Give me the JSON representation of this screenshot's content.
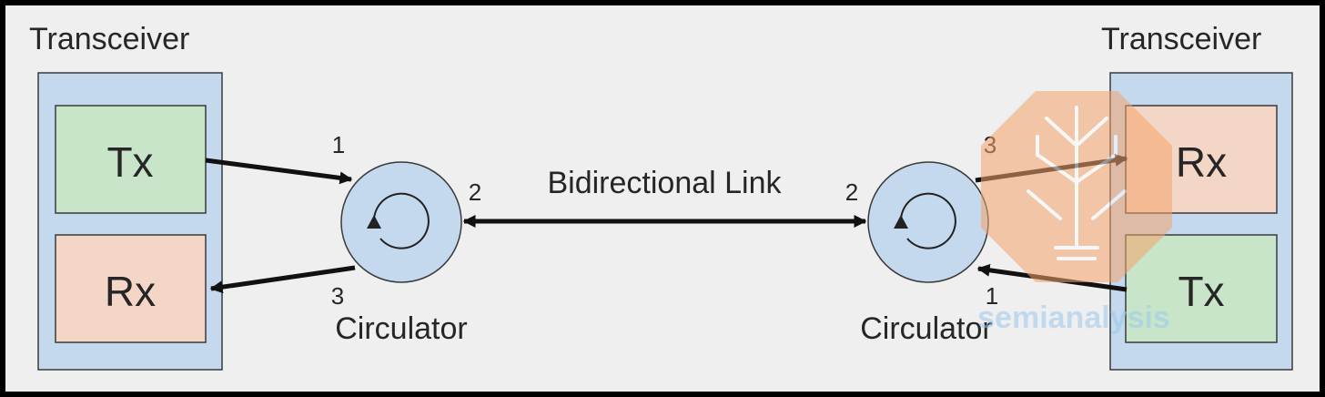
{
  "left_transceiver": {
    "title": "Transceiver",
    "top_block": "Tx",
    "bottom_block": "Rx"
  },
  "right_transceiver": {
    "title": "Transceiver",
    "top_block": "Rx",
    "bottom_block": "Tx"
  },
  "left_circulator": {
    "label": "Circulator",
    "port1": "1",
    "port2": "2",
    "port3": "3"
  },
  "right_circulator": {
    "label": "Circulator",
    "port1": "1",
    "port2": "2",
    "port3": "3"
  },
  "link_label": "Bidirectional Link",
  "watermark": {
    "text": "semianalysis"
  },
  "colors": {
    "transceiver_fill": "#c5d9ee",
    "tx_fill": "#c9e5c9",
    "rx_fill": "#f4d6c6",
    "circulator_fill": "#c5d9ee",
    "line": "#111111"
  }
}
